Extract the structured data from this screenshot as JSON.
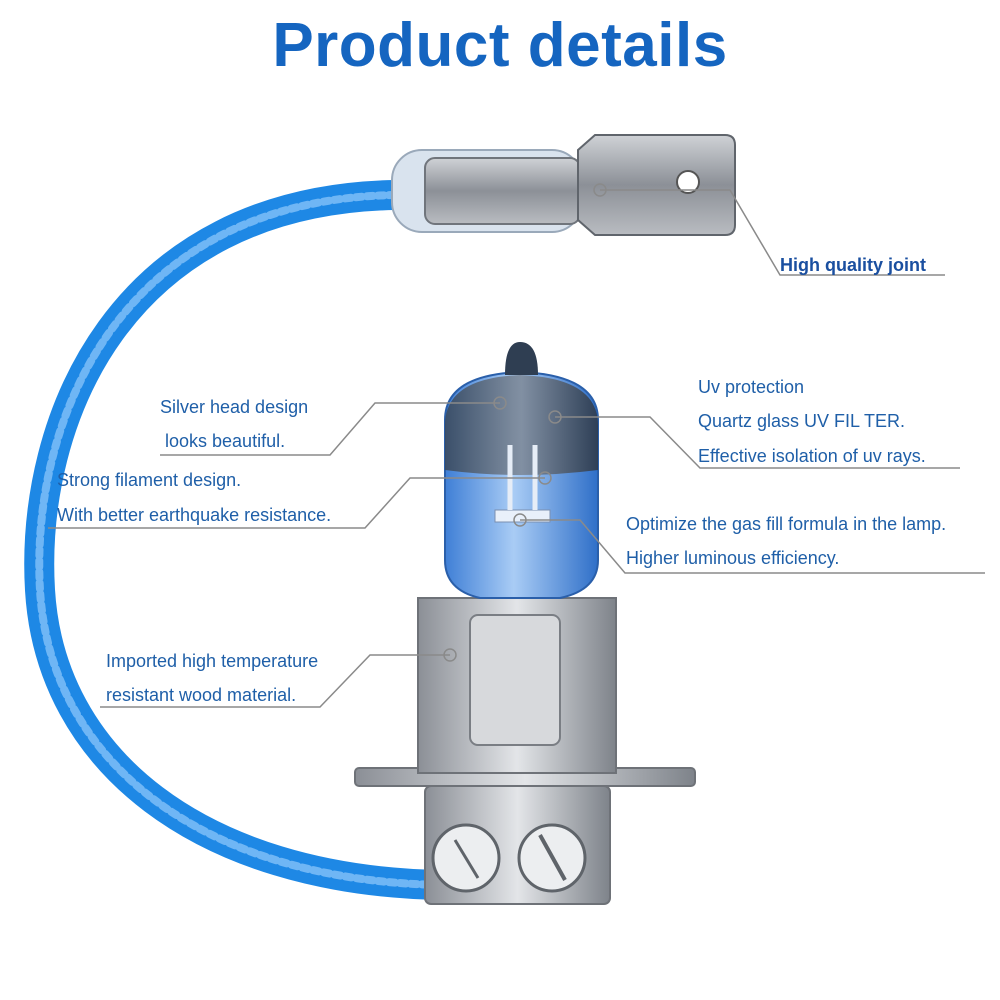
{
  "title": "Product details",
  "colors": {
    "title": "#1565c0",
    "label_text": "#1f5fa8",
    "leader_lines": "#8a8a8a",
    "cable": "#1e88e5",
    "glass": "#8fb8f0",
    "metal": "#b0b3b8"
  },
  "annotations": {
    "joint": "High quality joint",
    "silver_head_1": "Silver head design",
    "silver_head_2": "looks beautiful.",
    "uv_1": "Uv protection",
    "uv_2": "Quartz glass UV FIL TER.",
    "uv_3": "Effective isolation of uv rays.",
    "filament_1": "Strong filament design.",
    "filament_2": "With better earthquake resistance.",
    "gas_1": "Optimize the gas fill formula in the lamp.",
    "gas_2": "Higher luminous efficiency.",
    "base_1": "Imported high temperature",
    "base_2": "resistant wood material."
  }
}
